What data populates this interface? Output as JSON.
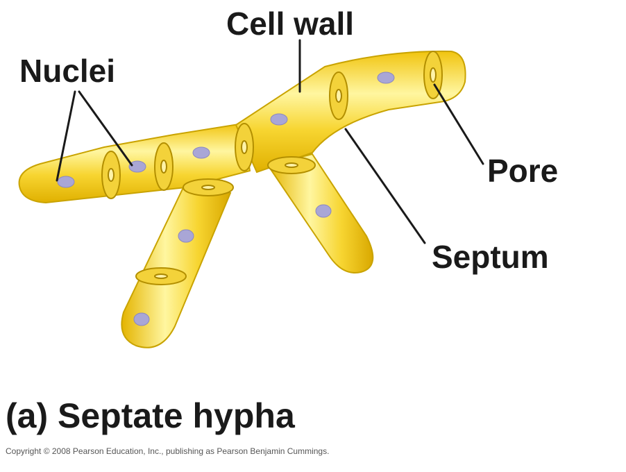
{
  "labels": {
    "cell_wall": "Cell wall",
    "nuclei": "Nuclei",
    "pore": "Pore",
    "septum": "Septum"
  },
  "caption": "(a) Septate hypha",
  "copyright": "Copyright © 2008 Pearson Education, Inc., publishing as Pearson Benjamin Cummings.",
  "colors": {
    "hypha_fill": "#f6d42a",
    "hypha_highlight": "#fff7b0",
    "hypha_outline": "#c9a300",
    "nucleus": "#a9a6d6",
    "label_text": "#1a1a1a"
  }
}
